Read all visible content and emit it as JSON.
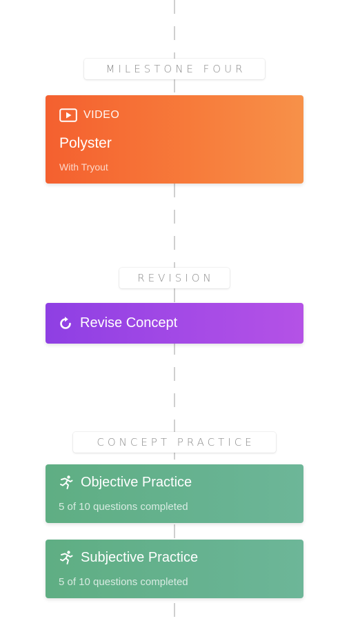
{
  "milestones": {
    "four": "MILESTONE FOUR",
    "revision": "REVISION",
    "concept_practice": "CONCEPT PRACTICE"
  },
  "video_card": {
    "kind_label": "VIDEO",
    "icon": "play-video-icon",
    "title": "Polyster",
    "subtitle": "With Tryout",
    "color": "#f4602f"
  },
  "revise_card": {
    "icon": "refresh-icon",
    "label": "Revise Concept",
    "color": "#9a45e4"
  },
  "practice_cards": [
    {
      "icon": "running-person-icon",
      "title": "Objective Practice",
      "progress_text": "5 of 10 questions completed",
      "completed": 5,
      "total": 10
    },
    {
      "icon": "running-person-icon",
      "title": "Subjective Practice",
      "progress_text": "5 of 10 questions completed",
      "completed": 5,
      "total": 10
    }
  ],
  "colors": {
    "practice_green": "#5fae83",
    "timeline_gray": "#cfcfcf",
    "milestone_text": "#8a8a8a"
  }
}
